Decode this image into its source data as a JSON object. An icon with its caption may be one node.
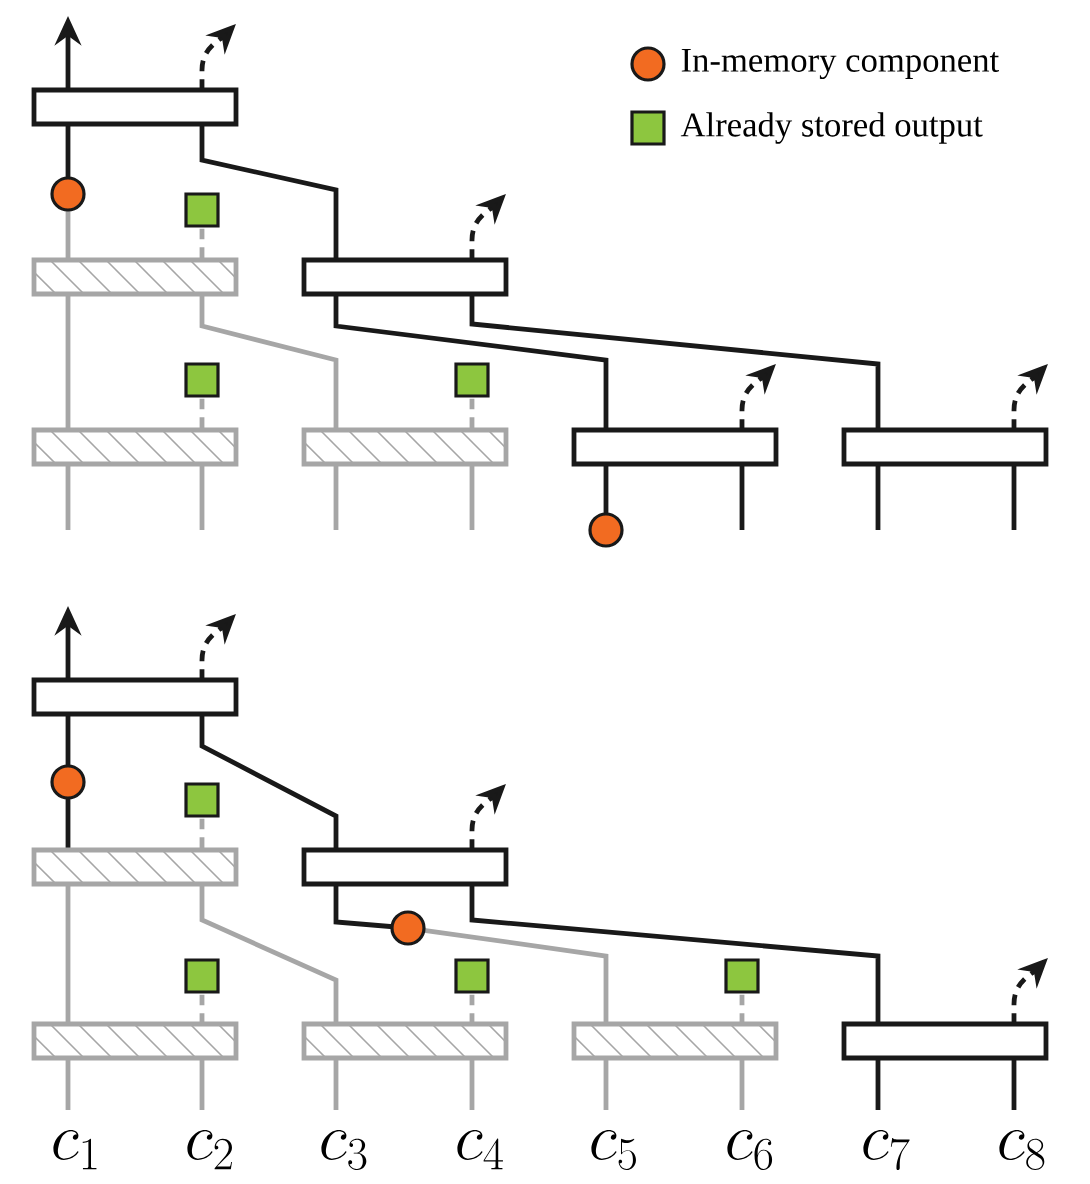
{
  "diagram": {
    "labels": [
      "c_1",
      "c_2",
      "c_3",
      "c_4",
      "c_5",
      "c_6",
      "c_7",
      "c_8"
    ],
    "legend": [
      {
        "text": "In-memory component",
        "color": "#f26b21"
      },
      {
        "text": "Already stored output",
        "color": "#8dc63f"
      }
    ]
  }
}
